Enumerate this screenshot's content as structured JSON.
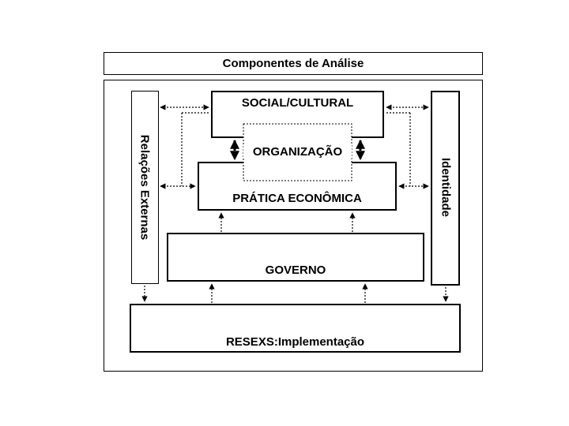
{
  "title": "Componentes de Análise",
  "boxes": {
    "social_cultural": "SOCIAL/CULTURAL",
    "organizacao": "ORGANIZAÇÃO",
    "pratica_economica": "PRÁTICA ECONÔMICA",
    "governo": "GOVERNO",
    "resexs": "RESEXS:Implementação",
    "relacoes_externas": "Relações Externas",
    "identidade": "Identidade"
  },
  "colors": {
    "line": "#000000",
    "background": "#ffffff"
  }
}
